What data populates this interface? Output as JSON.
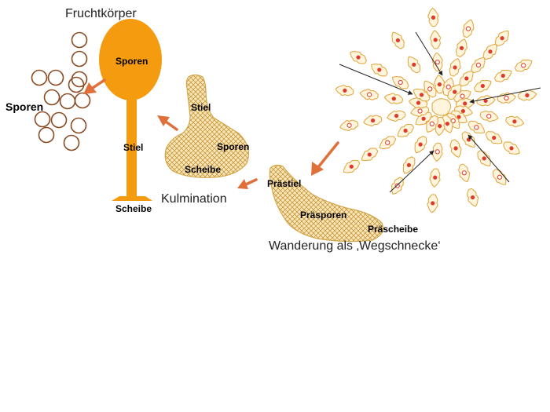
{
  "labels": {
    "fruchtkoerper": "Fruchtkörper",
    "sporen_head": "Sporen",
    "sporen_left": "Sporen",
    "stiel": "Stiel",
    "scheibe": "Scheibe",
    "kulm_stiel": "Stiel",
    "kulm_sporen": "Sporen",
    "kulm_scheibe": "Scheibe",
    "kulmination": "Kulmination",
    "praestiel": "Prästiel",
    "praesporen": "Präsporen",
    "praescheibe": "Präscheibe",
    "wanderung": "Wanderung als ‚Wegschnecke‘"
  },
  "colors": {
    "fruiting_body": "#f59b10",
    "spore_ring": "#8a4a22",
    "arrow": "#e0703a",
    "pattern": "#d4a64a",
    "cell_fill": "#fff4dc",
    "cell_stroke": "#e0a338",
    "nucleus": "#e03a2a"
  }
}
